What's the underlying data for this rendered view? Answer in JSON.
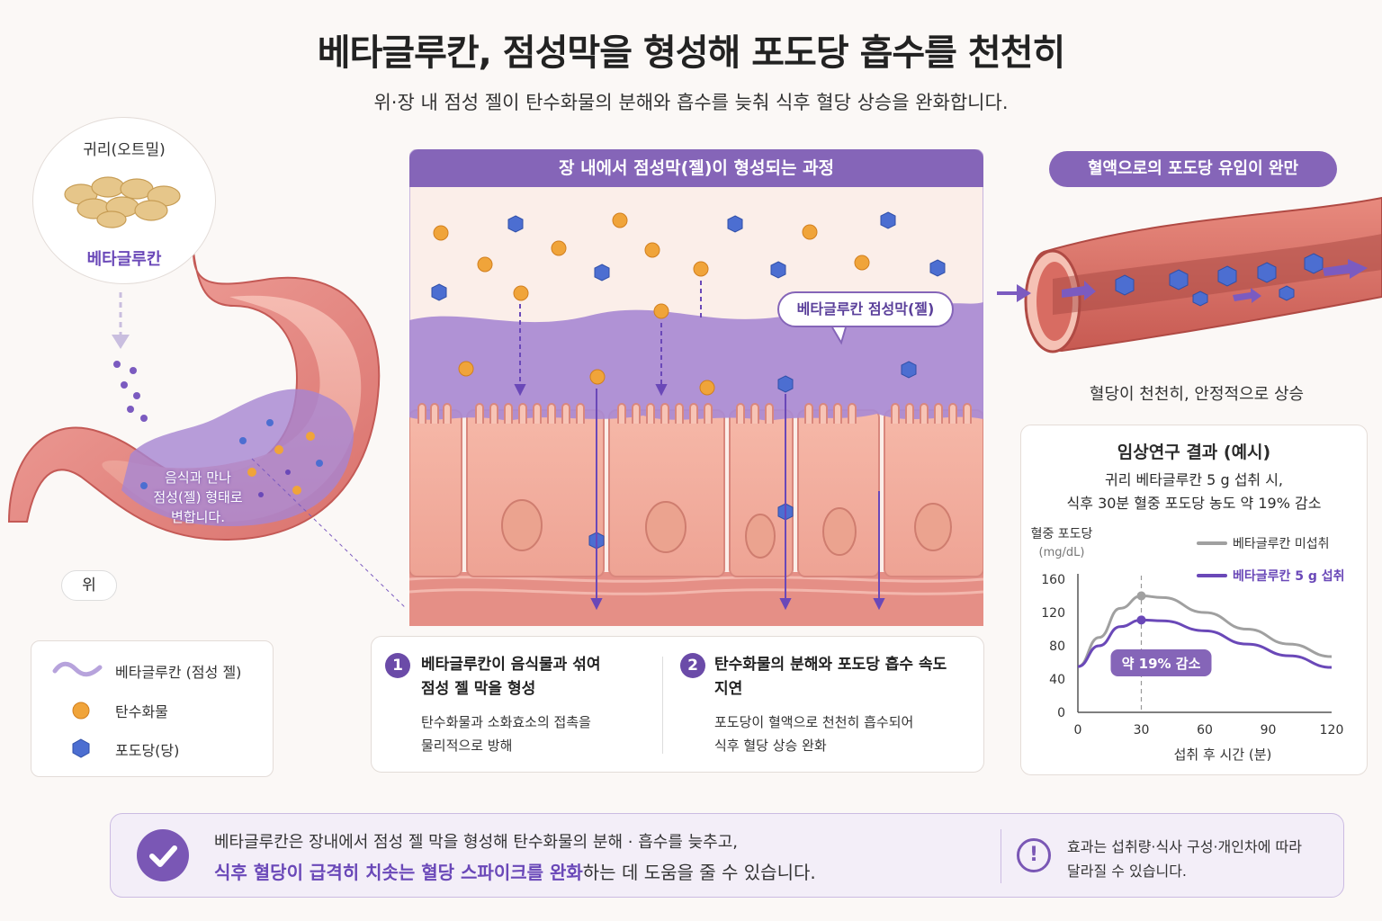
{
  "title": "베타글루칸, 점성막을 형성해 포도당 흡수를 천천히",
  "subtitle": "위·장 내 점성 젤이 탄수화물의 분해와 흡수를 늦춰 식후 혈당 상승을 완화합니다.",
  "oat": {
    "label": "귀리(오트밀)",
    "beta_label": "베타글루칸"
  },
  "stomach": {
    "label": "위",
    "text_line1": "음식과 만나",
    "text_line2": "점성(젤) 형태로",
    "text_line3": "변합니다."
  },
  "panel": {
    "header": "장 내에서 점성막(젤)이 형성되는 과정",
    "gel_callout": "베타글루칸 점성막(젤)"
  },
  "blood": {
    "header": "혈액으로의 포도당 유입이 완만",
    "caption": "혈당이 천천히, 안정적으로 상승"
  },
  "legend": {
    "items": [
      {
        "label": "베타글루칸 (점성 젤)",
        "icon": "wave-icon"
      },
      {
        "label": "탄수화물",
        "icon": "orange-dot-icon"
      },
      {
        "label": "포도당(당)",
        "icon": "blue-hexagon-icon"
      }
    ]
  },
  "steps": [
    {
      "num": "1",
      "title_line1": "베타글루칸이 음식물과 섞여",
      "title_line2": "점성 젤 막을 형성",
      "body_line1": "탄수화물과 소화효소의 접촉을",
      "body_line2": "물리적으로 방해"
    },
    {
      "num": "2",
      "title_line1": "탄수화물의 분해와 포도당 흡수 속도",
      "title_line2": "지연",
      "body_line1": "포도당이 혈액으로 천천히 흡수되어",
      "body_line2": "식후 혈당 상승 완화"
    }
  ],
  "chart": {
    "title": "임상연구 결과 (예시)",
    "sub1": "귀리 베타글루칸 5 g 섭취 시,",
    "sub2": "식후 30분 혈중 포도당 농도 약 19% 감소",
    "annotation": "약 19% 감소"
  },
  "chart_data": {
    "type": "line",
    "ylabel": "혈중 포도당",
    "yunit": "(mg/dL)",
    "xlabel": "섭취 후 시간 (분)",
    "xlim": [
      0,
      120
    ],
    "ylim": [
      0,
      160
    ],
    "xticks": [
      0,
      30,
      60,
      90,
      120
    ],
    "yticks": [
      0,
      40,
      80,
      120,
      160
    ],
    "series": [
      {
        "name": "베타글루칸 미섭취",
        "color": "#a0a0a0",
        "points": [
          [
            0,
            55
          ],
          [
            10,
            90
          ],
          [
            20,
            125
          ],
          [
            30,
            140
          ],
          [
            40,
            138
          ],
          [
            60,
            120
          ],
          [
            80,
            100
          ],
          [
            100,
            82
          ],
          [
            120,
            67
          ]
        ]
      },
      {
        "name": "베타글루칸 5 g 섭취",
        "color": "#6a48b8",
        "points": [
          [
            0,
            55
          ],
          [
            10,
            80
          ],
          [
            20,
            103
          ],
          [
            30,
            111
          ],
          [
            40,
            110
          ],
          [
            60,
            98
          ],
          [
            80,
            82
          ],
          [
            100,
            68
          ],
          [
            120,
            54
          ]
        ]
      }
    ],
    "marker_x": 30,
    "colors": {
      "accent": "#8565b8"
    }
  },
  "bottom": {
    "line1": "베타글루칸은 장내에서 점성 젤 막을 형성해 탄수화물의 분해 · 흡수를 늦추고,",
    "line2_strong": "식후 혈당이 급격히 치솟는 혈당 스파이크를 완화",
    "line2_rest": "하는 데 도움을 줄 수 있습니다.",
    "warn_line1": "효과는 섭취량·식사 구성·개인차에 따라",
    "warn_line2": "달라질 수 있습니다."
  }
}
